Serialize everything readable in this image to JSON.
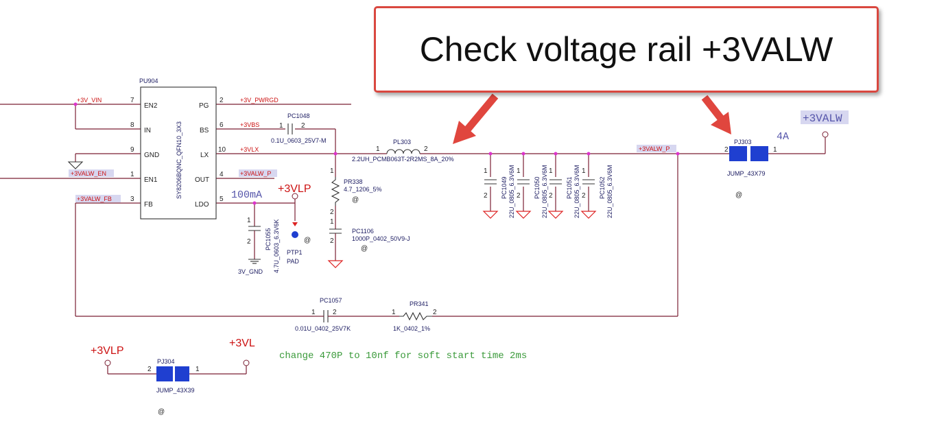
{
  "callout": {
    "text": "Check voltage rail +3VALW"
  },
  "ic": {
    "ref": "PU904",
    "part": "SY8206BQNC_QFN10_3X3",
    "left_pins": [
      {
        "num": "7",
        "name": "EN2"
      },
      {
        "num": "8",
        "name": "IN"
      },
      {
        "num": "9",
        "name": "GND"
      },
      {
        "num": "1",
        "name": "EN1"
      },
      {
        "num": "3",
        "name": "FB"
      }
    ],
    "right_pins": [
      {
        "num": "2",
        "name": "PG"
      },
      {
        "num": "6",
        "name": "BS"
      },
      {
        "num": "10",
        "name": "LX"
      },
      {
        "num": "4",
        "name": "OUT"
      },
      {
        "num": "5",
        "name": "LDO"
      }
    ]
  },
  "nets": {
    "v3_vin": "+3V_VIN",
    "v3_pwrgd": "+3V_PWRGD",
    "v3vbs": "+3VBS",
    "v3vlx": "+3VLX",
    "valw_p": "+3VALW_P",
    "valw_en": "+3VALW_EN",
    "valw_fb": "+3VALW_FB",
    "valw_p_right": "+3VALW_P",
    "v3vlp_top": "+3VLP",
    "valw_out": "+3VALW",
    "v3vlp_bottom": "+3VLP",
    "v3vl": "+3VL"
  },
  "annotations": {
    "ldo_current": "100mA",
    "jumper_current": "4A",
    "note": "change 470P to 10nf for soft start time 2ms"
  },
  "components": {
    "pc1048": {
      "ref": "PC1048",
      "value": "0.1U_0603_25V7-M",
      "pin1": "1",
      "pin2": "2"
    },
    "pl303": {
      "ref": "PL303",
      "value": "2.2UH_PCMB063T-2R2MS_8A_20%",
      "pin1": "1",
      "pin2": "2"
    },
    "pr338": {
      "ref": "PR338",
      "value": "4.7_1206_5%",
      "pin1": "1",
      "pin2": "2",
      "at": "@"
    },
    "pc1106": {
      "ref": "PC1106",
      "value": "1000P_0402_50V9-J",
      "pin1": "1",
      "pin2": "2",
      "at": "@"
    },
    "pc1055": {
      "ref": "PC1055",
      "value": "4.7U_0603_6.3V6K",
      "pin1": "1",
      "pin2": "2"
    },
    "ptp1": {
      "ref": "PTP1",
      "value": "PAD",
      "at": "@"
    },
    "gnd_label": "3V_GND",
    "out_caps": [
      {
        "ref": "PC1049",
        "value": "22U_0805_6.3V6M",
        "pin1": "1",
        "pin2": "2"
      },
      {
        "ref": "PC1050",
        "value": "22U_0805_6.3V6M",
        "pin1": "1",
        "pin2": "2"
      },
      {
        "ref": "PC1051",
        "value": "22U_0805_6.3V6M",
        "pin1": "1",
        "pin2": "2"
      },
      {
        "ref": "PC1052",
        "value": "22U_0805_6.3V6M",
        "pin1": "1",
        "pin2": "2"
      }
    ],
    "pj303": {
      "ref": "PJ303",
      "value": "JUMP_43X79",
      "pin1": "1",
      "pin2": "2",
      "at": "@"
    },
    "pc1057": {
      "ref": "PC1057",
      "value": "0.01U_0402_25V7K",
      "pin1": "1",
      "pin2": "2"
    },
    "pr341": {
      "ref": "PR341",
      "value": "1K_0402_1%",
      "pin1": "1",
      "pin2": "2"
    },
    "pj304": {
      "ref": "PJ304",
      "value": "JUMP_43X39",
      "pin1": "1",
      "pin2": "2",
      "at": "@"
    }
  },
  "colors": {
    "wire": "#7a1f33",
    "net_label": "#cc1111",
    "component_text": "#1a1a60",
    "junction": "#dd33cc",
    "ground_symbol": "#dd2222",
    "jumper_fill": "#1f3fd0",
    "note_text": "#3a9a3a",
    "callout_border": "#d9473f",
    "arrow": "#e0463e"
  }
}
